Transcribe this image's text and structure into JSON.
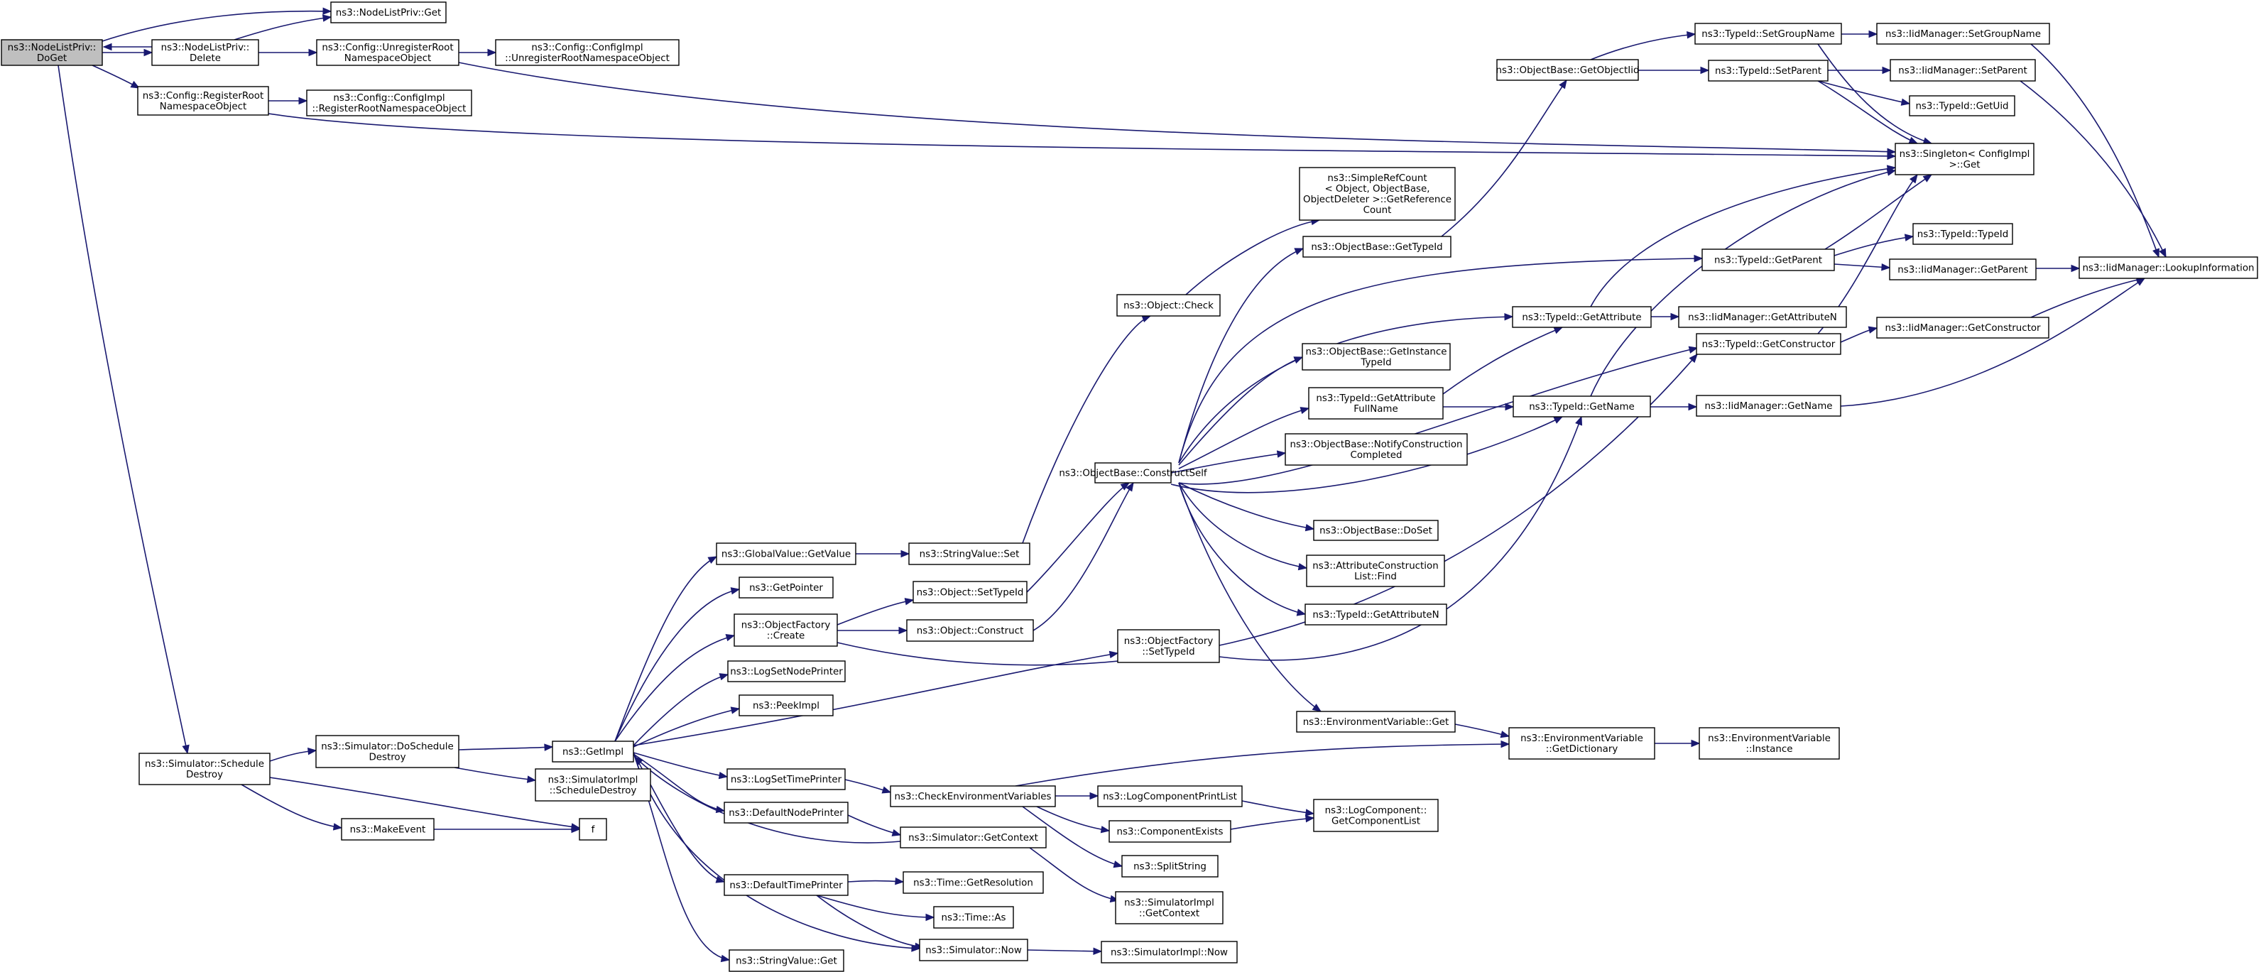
{
  "colors": {
    "edge": "#191970",
    "node_fill": "#ffffff",
    "root_fill": "#bfbfbf",
    "node_border": "#000000"
  },
  "nodes": [
    {
      "id": "n0",
      "lines": [
        "ns3::NodeListPriv::",
        "DoGet"
      ],
      "root": true
    },
    {
      "id": "n1",
      "lines": [
        "ns3::NodeListPriv::Get"
      ]
    },
    {
      "id": "n2",
      "lines": [
        "ns3::NodeListPriv::",
        "Delete"
      ]
    },
    {
      "id": "n3",
      "lines": [
        "ns3::Config::UnregisterRoot",
        "NamespaceObject"
      ]
    },
    {
      "id": "n4",
      "lines": [
        "ns3::Config::ConfigImpl",
        "::UnregisterRootNamespaceObject"
      ]
    },
    {
      "id": "n5",
      "lines": [
        "ns3::Config::RegisterRoot",
        "NamespaceObject"
      ]
    },
    {
      "id": "n6",
      "lines": [
        "ns3::Config::ConfigImpl",
        "::RegisterRootNamespaceObject"
      ]
    },
    {
      "id": "n7",
      "lines": [
        "ns3::Singleton< ConfigImpl",
        " >::Get"
      ]
    },
    {
      "id": "n8",
      "lines": [
        "ns3::ObjectBase::GetObjectIid"
      ]
    },
    {
      "id": "n9",
      "lines": [
        "ns3::TypeId::SetGroupName"
      ]
    },
    {
      "id": "n10",
      "lines": [
        "ns3::IidManager::SetGroupName"
      ]
    },
    {
      "id": "n11",
      "lines": [
        "ns3::TypeId::SetParent"
      ]
    },
    {
      "id": "n12",
      "lines": [
        "ns3::IidManager::SetParent"
      ]
    },
    {
      "id": "n13",
      "lines": [
        "ns3::TypeId::GetUid"
      ]
    },
    {
      "id": "n14",
      "lines": [
        "ns3::IidManager::LookupInformation"
      ]
    },
    {
      "id": "n15",
      "lines": [
        "ns3::SimpleRefCount",
        "< Object, ObjectBase,",
        " ObjectDeleter >::GetReference",
        "Count"
      ]
    },
    {
      "id": "n16",
      "lines": [
        "ns3::ObjectBase::GetTypeId"
      ]
    },
    {
      "id": "n17",
      "lines": [
        "ns3::Object::Check"
      ]
    },
    {
      "id": "n18",
      "lines": [
        "ns3::TypeId::GetParent"
      ]
    },
    {
      "id": "n19",
      "lines": [
        "ns3::TypeId::TypeId"
      ]
    },
    {
      "id": "n20",
      "lines": [
        "ns3::IidManager::GetParent"
      ]
    },
    {
      "id": "n21",
      "lines": [
        "ns3::TypeId::GetAttribute"
      ]
    },
    {
      "id": "n22",
      "lines": [
        "ns3::IidManager::GetAttributeN"
      ]
    },
    {
      "id": "n23",
      "lines": [
        "ns3::TypeId::GetConstructor"
      ]
    },
    {
      "id": "n24",
      "lines": [
        "ns3::IidManager::GetConstructor"
      ]
    },
    {
      "id": "n25",
      "lines": [
        "ns3::ObjectBase::GetInstance",
        "TypeId"
      ]
    },
    {
      "id": "n26",
      "lines": [
        "ns3::TypeId::GetAttribute",
        "FullName"
      ]
    },
    {
      "id": "n27",
      "lines": [
        "ns3::TypeId::GetName"
      ]
    },
    {
      "id": "n28",
      "lines": [
        "ns3::IidManager::GetName"
      ]
    },
    {
      "id": "n29",
      "lines": [
        "ns3::ObjectBase::ConstructSelf"
      ]
    },
    {
      "id": "n30",
      "lines": [
        "ns3::ObjectBase::NotifyConstruction",
        "Completed"
      ]
    },
    {
      "id": "n31",
      "lines": [
        "ns3::ObjectBase::DoSet"
      ]
    },
    {
      "id": "n32",
      "lines": [
        "ns3::AttributeConstruction",
        "List::Find"
      ]
    },
    {
      "id": "n33",
      "lines": [
        "ns3::TypeId::GetAttributeN"
      ]
    },
    {
      "id": "n34",
      "lines": [
        "ns3::GlobalValue::GetValue"
      ]
    },
    {
      "id": "n35",
      "lines": [
        "ns3::StringValue::Set"
      ]
    },
    {
      "id": "n36",
      "lines": [
        "ns3::GetPointer"
      ]
    },
    {
      "id": "n37",
      "lines": [
        "ns3::ObjectFactory",
        "::Create"
      ]
    },
    {
      "id": "n38",
      "lines": [
        "ns3::Object::SetTypeId"
      ]
    },
    {
      "id": "n39",
      "lines": [
        "ns3::Object::Construct"
      ]
    },
    {
      "id": "n40",
      "lines": [
        "ns3::ObjectFactory",
        "::SetTypeId"
      ]
    },
    {
      "id": "n41",
      "lines": [
        "ns3::LogSetNodePrinter"
      ]
    },
    {
      "id": "n42",
      "lines": [
        "ns3::PeekImpl"
      ]
    },
    {
      "id": "n43",
      "lines": [
        "ns3::EnvironmentVariable::Get"
      ]
    },
    {
      "id": "n44",
      "lines": [
        "ns3::EnvironmentVariable",
        "::GetDictionary"
      ]
    },
    {
      "id": "n45",
      "lines": [
        "ns3::EnvironmentVariable",
        "::Instance"
      ]
    },
    {
      "id": "n46",
      "lines": [
        "ns3::Simulator::Schedule",
        "Destroy"
      ]
    },
    {
      "id": "n47",
      "lines": [
        "ns3::Simulator::DoSchedule",
        "Destroy"
      ]
    },
    {
      "id": "n48",
      "lines": [
        "ns3::GetImpl"
      ]
    },
    {
      "id": "n49",
      "lines": [
        "ns3::SimulatorImpl",
        "::ScheduleDestroy"
      ]
    },
    {
      "id": "n50",
      "lines": [
        "ns3::LogSetTimePrinter"
      ]
    },
    {
      "id": "n51",
      "lines": [
        "ns3::CheckEnvironmentVariables"
      ]
    },
    {
      "id": "n52",
      "lines": [
        "ns3::LogComponentPrintList"
      ]
    },
    {
      "id": "n53",
      "lines": [
        "ns3::LogComponent::",
        "GetComponentList"
      ]
    },
    {
      "id": "n54",
      "lines": [
        "ns3::ComponentExists"
      ]
    },
    {
      "id": "n55",
      "lines": [
        "ns3::MakeEvent"
      ]
    },
    {
      "id": "n56",
      "lines": [
        "f"
      ]
    },
    {
      "id": "n57",
      "lines": [
        "ns3::DefaultNodePrinter"
      ]
    },
    {
      "id": "n58",
      "lines": [
        "ns3::Simulator::GetContext"
      ]
    },
    {
      "id": "n59",
      "lines": [
        "ns3::SplitString"
      ]
    },
    {
      "id": "n60",
      "lines": [
        "ns3::DefaultTimePrinter"
      ]
    },
    {
      "id": "n61",
      "lines": [
        "ns3::Time::GetResolution"
      ]
    },
    {
      "id": "n62",
      "lines": [
        "ns3::Time::As"
      ]
    },
    {
      "id": "n63",
      "lines": [
        "ns3::SimulatorImpl",
        "::GetContext"
      ]
    },
    {
      "id": "n64",
      "lines": [
        "ns3::Simulator::Now"
      ]
    },
    {
      "id": "n65",
      "lines": [
        "ns3::SimulatorImpl::Now"
      ]
    },
    {
      "id": "n66",
      "lines": [
        "ns3::StringValue::Get"
      ]
    }
  ]
}
